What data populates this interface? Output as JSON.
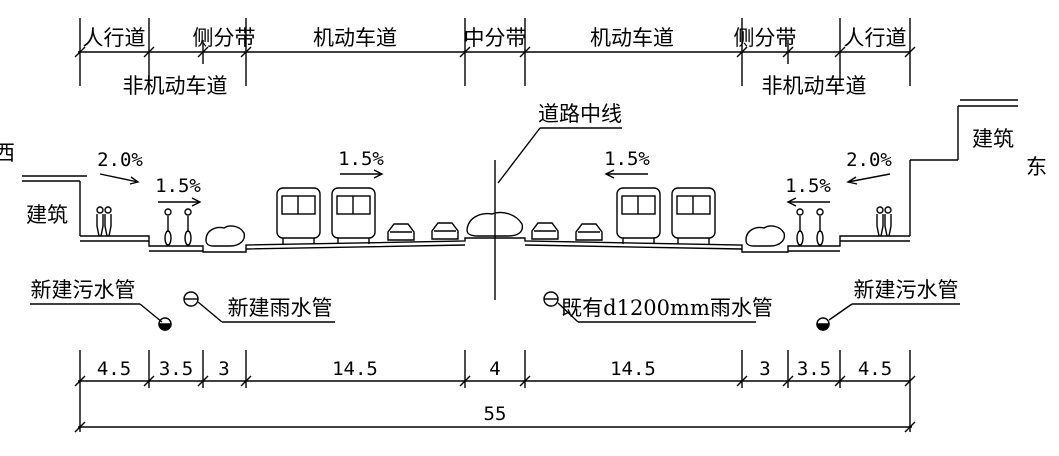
{
  "zones_top": {
    "sidewalk_l": "人行道",
    "median_l": "侧分带",
    "motor_l": "机动车道",
    "center_median": "中分带",
    "motor_r": "机动车道",
    "median_r": "侧分带",
    "sidewalk_r": "人行道"
  },
  "zones_second": {
    "nonmotor_l": "非机动车道",
    "nonmotor_r": "非机动车道"
  },
  "labels": {
    "centerline": "道路中线",
    "west": "西",
    "east": "东",
    "building_l": "建筑",
    "building_r": "建筑",
    "sewer_l": "新建污水管",
    "sewer_r": "新建污水管",
    "storm_new": "新建雨水管",
    "storm_existing": "既有d1200mm雨水管"
  },
  "slopes": {
    "sidewalk_l": "2.0%",
    "bike_l": "1.5%",
    "motor_l": "1.5%",
    "motor_r": "1.5%",
    "bike_r": "1.5%",
    "sidewalk_r": "2.0%"
  },
  "dims": [
    "4.5",
    "3.5",
    "3",
    "14.5",
    "4",
    "14.5",
    "3",
    "3.5",
    "4.5"
  ],
  "total": "55"
}
